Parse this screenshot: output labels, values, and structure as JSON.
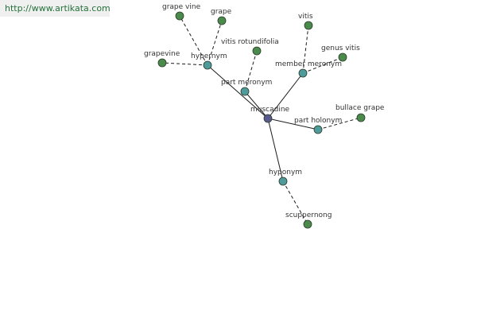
{
  "site_url": "http://www.artikata.com",
  "colors": {
    "center_node": "#5a5a8e",
    "relation_node": "#4f9a9a",
    "word_node": "#4a8a4a",
    "node_stroke": "#2a3a2a",
    "edge": "#1c1c1c",
    "url_text": "#24713a"
  },
  "graph": {
    "center": {
      "id": "muscadine",
      "label": "muscadine"
    },
    "relations": [
      {
        "id": "hypernym",
        "label": "hypernym",
        "words": [
          "grape vine",
          "grape",
          "grapevine"
        ]
      },
      {
        "id": "part-meronym",
        "label": "part meronym",
        "words": [
          "vitis rotundifolia"
        ]
      },
      {
        "id": "member-meronym",
        "label": "member meronym",
        "words": [
          "vitis",
          "genus vitis"
        ]
      },
      {
        "id": "part-holonym",
        "label": "part holonym",
        "words": [
          "bullace grape"
        ]
      },
      {
        "id": "hyponym",
        "label": "hyponym",
        "words": [
          "scuppernong"
        ]
      }
    ]
  }
}
